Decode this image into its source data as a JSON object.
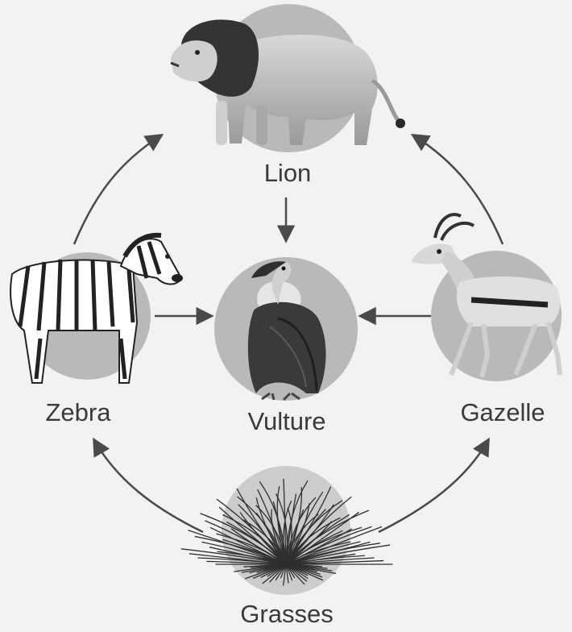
{
  "nodes": {
    "lion": {
      "label": "Lion"
    },
    "zebra": {
      "label": "Zebra"
    },
    "vulture": {
      "label": "Vulture"
    },
    "gazelle": {
      "label": "Gazelle"
    },
    "grasses": {
      "label": "Grasses"
    }
  },
  "edges": [
    {
      "from": "grasses",
      "to": "zebra"
    },
    {
      "from": "grasses",
      "to": "gazelle"
    },
    {
      "from": "zebra",
      "to": "lion"
    },
    {
      "from": "gazelle",
      "to": "lion"
    },
    {
      "from": "lion",
      "to": "vulture"
    },
    {
      "from": "zebra",
      "to": "vulture"
    },
    {
      "from": "gazelle",
      "to": "vulture"
    }
  ],
  "colors": {
    "background": "#f2f2f2",
    "circle": "#b9b9b9",
    "arrow": "#4a4a4a",
    "text": "#3a3a3a"
  }
}
